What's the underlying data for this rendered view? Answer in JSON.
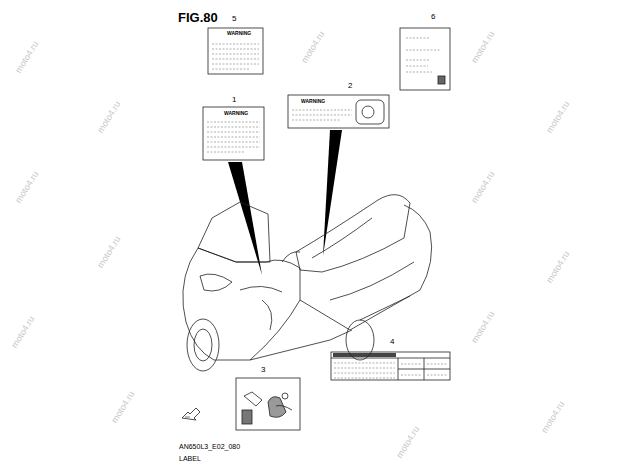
{
  "diagram": {
    "title": "FIG.80",
    "labels": [
      "5",
      "6",
      "1",
      "2",
      "4",
      "3",
      "WARNING",
      "WARNING",
      "WARNING",
      "AN650L3_E02_080",
      "LABEL",
      "moto4.ru",
      "moto4.ru",
      "moto4.ru",
      "moto4.ru",
      "moto4.ru",
      "moto4.ru",
      "moto4.ru",
      "moto4.ru",
      "moto4.ru",
      "moto4.ru",
      "moto4.ru",
      "moto4.ru",
      "moto4.ru",
      "moto4.ru"
    ]
  }
}
